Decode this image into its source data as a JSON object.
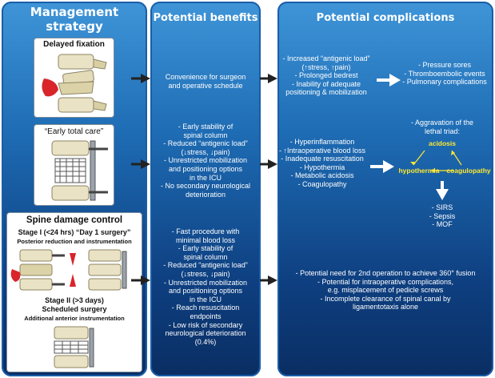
{
  "columns": {
    "management": {
      "title_line1": "Management",
      "title_line2": "strategy"
    },
    "benefits": {
      "title": "Potential benefits"
    },
    "complications": {
      "title": "Potential complications"
    }
  },
  "strategies": {
    "delayed": {
      "label": "Delayed fixation"
    },
    "early": {
      "label": "“Early total care”"
    },
    "dc": {
      "title": "Spine damage control",
      "stage1": "Stage I (<24 hrs) “Day 1 surgery”",
      "stage1_sub": "Posterior reduction and instrumentation",
      "stage2_line1": "Stage II (>3 days)",
      "stage2_line2": "Scheduled surgery",
      "stage2_sub": "Additional anterior instrumentation"
    }
  },
  "benefits": {
    "row1": [
      "Convenience for surgeon",
      "and operative schedule"
    ],
    "row2": [
      "- Early stability of",
      "spinal column",
      "- Reduced “antigenic load”",
      "(↓stress, ↓pain)",
      "- Unrestricted mobilization",
      "and positioning options",
      "in the ICU",
      "- No secondary neurological",
      "deterioration"
    ],
    "row3": [
      "- Fast procedure with",
      "minimal blood loss",
      "- Early stability of",
      "spinal column",
      "- Reduced “antigenic load”",
      "(↓stress, ↓pain)",
      "- Unrestricted mobilization",
      "and positioning options",
      "in the ICU",
      "- Reach resuscitation",
      "endpoints",
      "- Low risk of secondary",
      "neurological deterioration",
      "(0.4%)"
    ]
  },
  "complications": {
    "row1_left": [
      "- Increased “antigenic load”",
      "(↑stress, ↑pain)",
      "- Prolonged bedrest",
      "- Inability of adequate",
      "positioning & mobilization"
    ],
    "row1_right": [
      "- Pressure sores",
      "- Thromboembolic events",
      "- Pulmonary complications"
    ],
    "row2_left": [
      "- Hyperinflammation",
      "- ↑Intraoperative blood loss",
      "- Inadequate resuscitation",
      "- Hypothermia",
      "- Metabolic acidosis",
      "- Coagulopathy"
    ],
    "triad_title": [
      "- Aggravation of the",
      "lethal triad:"
    ],
    "triad": {
      "top": "acidosis",
      "left": "hypothermia",
      "right": "coagulopathy"
    },
    "triad_outcomes": [
      "- SIRS",
      "- Sepsis",
      "- MOF"
    ],
    "row3": [
      "- Potential need for 2nd operation to achieve 360° fusion",
      "- Potential for intraoperative complications,",
      "e.g. misplacement of pedicle screws",
      "- Incomplete clearance of spinal canal by",
      "ligamentotaxis alone"
    ]
  },
  "colors": {
    "panel_blue": "#1e6cb4",
    "triad_yellow": "#ffe830",
    "arrow_dark": "#222222"
  }
}
